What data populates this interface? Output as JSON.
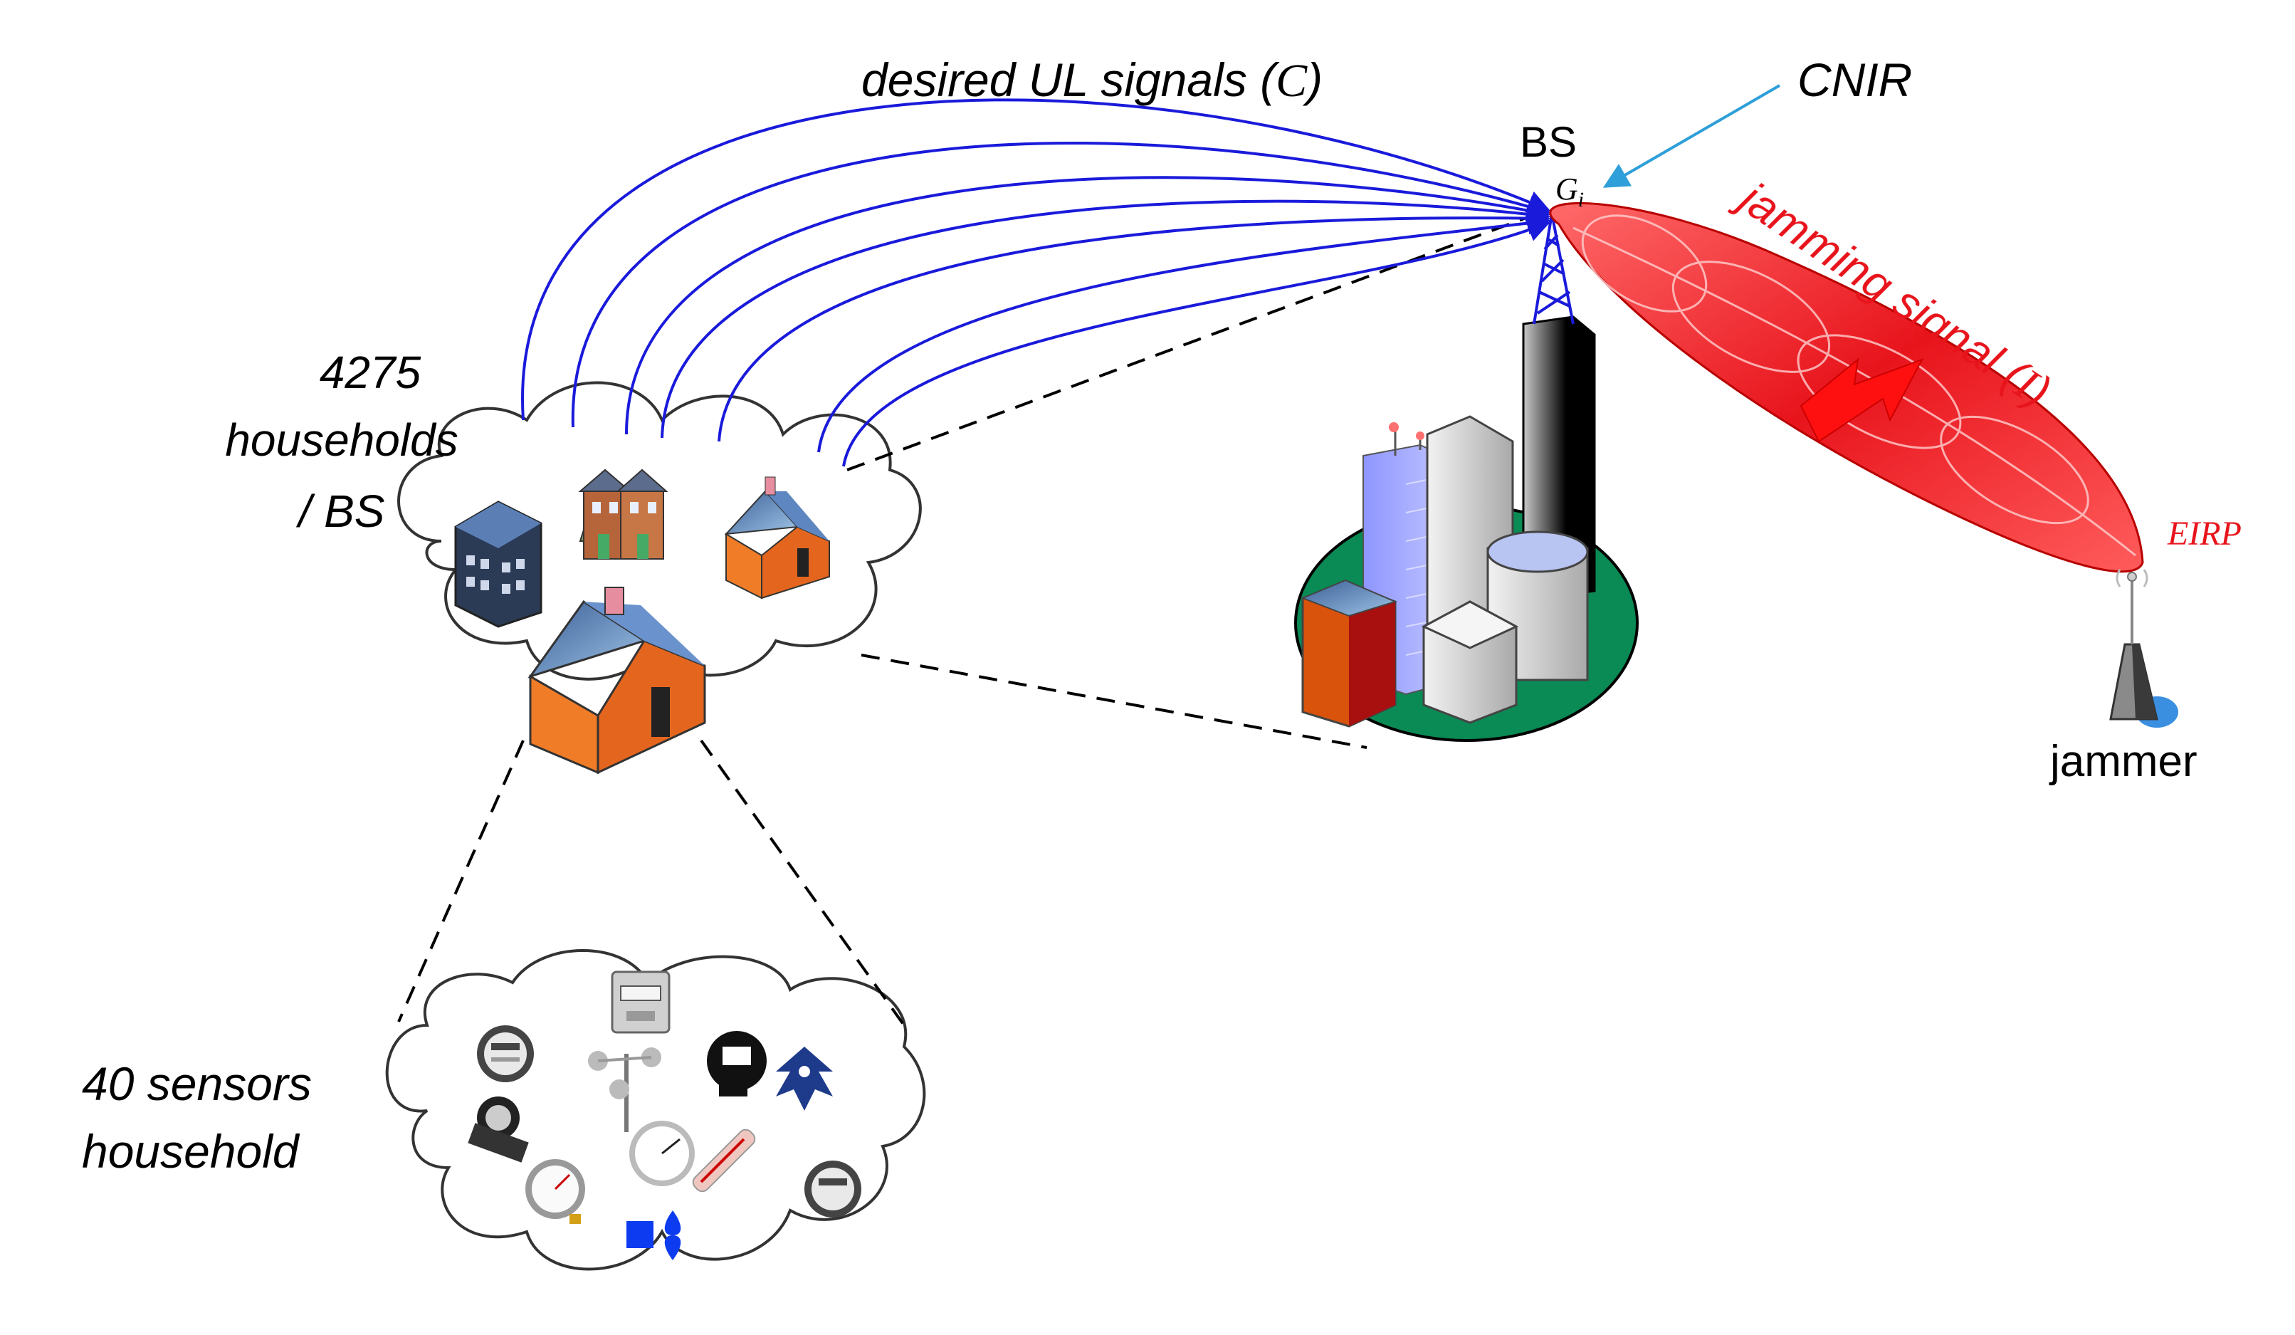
{
  "labels": {
    "desired_ul": "desired UL signals (",
    "desired_ul_sym": "C",
    "desired_ul_close": ")",
    "cnir": "CNIR",
    "bs": "BS",
    "gain_G": "G",
    "gain_sub": "i",
    "jamming": "jamming signal (",
    "jamming_sym": "I",
    "jamming_close": ")",
    "eirp": "EIRP",
    "jammer": "jammer",
    "households_count": "4275",
    "households_word": "households",
    "households_per": "/ BS",
    "sensors_count": "40 sensors",
    "sensors_word": "household"
  },
  "colors": {
    "ul_signal": "#1a1adb",
    "jamming": "#e8141c",
    "cnir_arrow": "#2e9fd8",
    "ground": "#0a8a55",
    "tower": "#1a1adb"
  },
  "icons": {
    "households": [
      "office-building-icon",
      "townhouse-icon",
      "house-icon",
      "house-large-icon"
    ],
    "sensors": [
      "electric-meter-icon",
      "gas-meter-icon",
      "anemometer-icon",
      "smart-meter-icon",
      "wind-turbine-icon",
      "water-meter-icon",
      "pressure-gauge-icon",
      "analog-gauge-icon",
      "thermometer-icon",
      "electric-meter-2-icon",
      "fan-icon"
    ]
  }
}
